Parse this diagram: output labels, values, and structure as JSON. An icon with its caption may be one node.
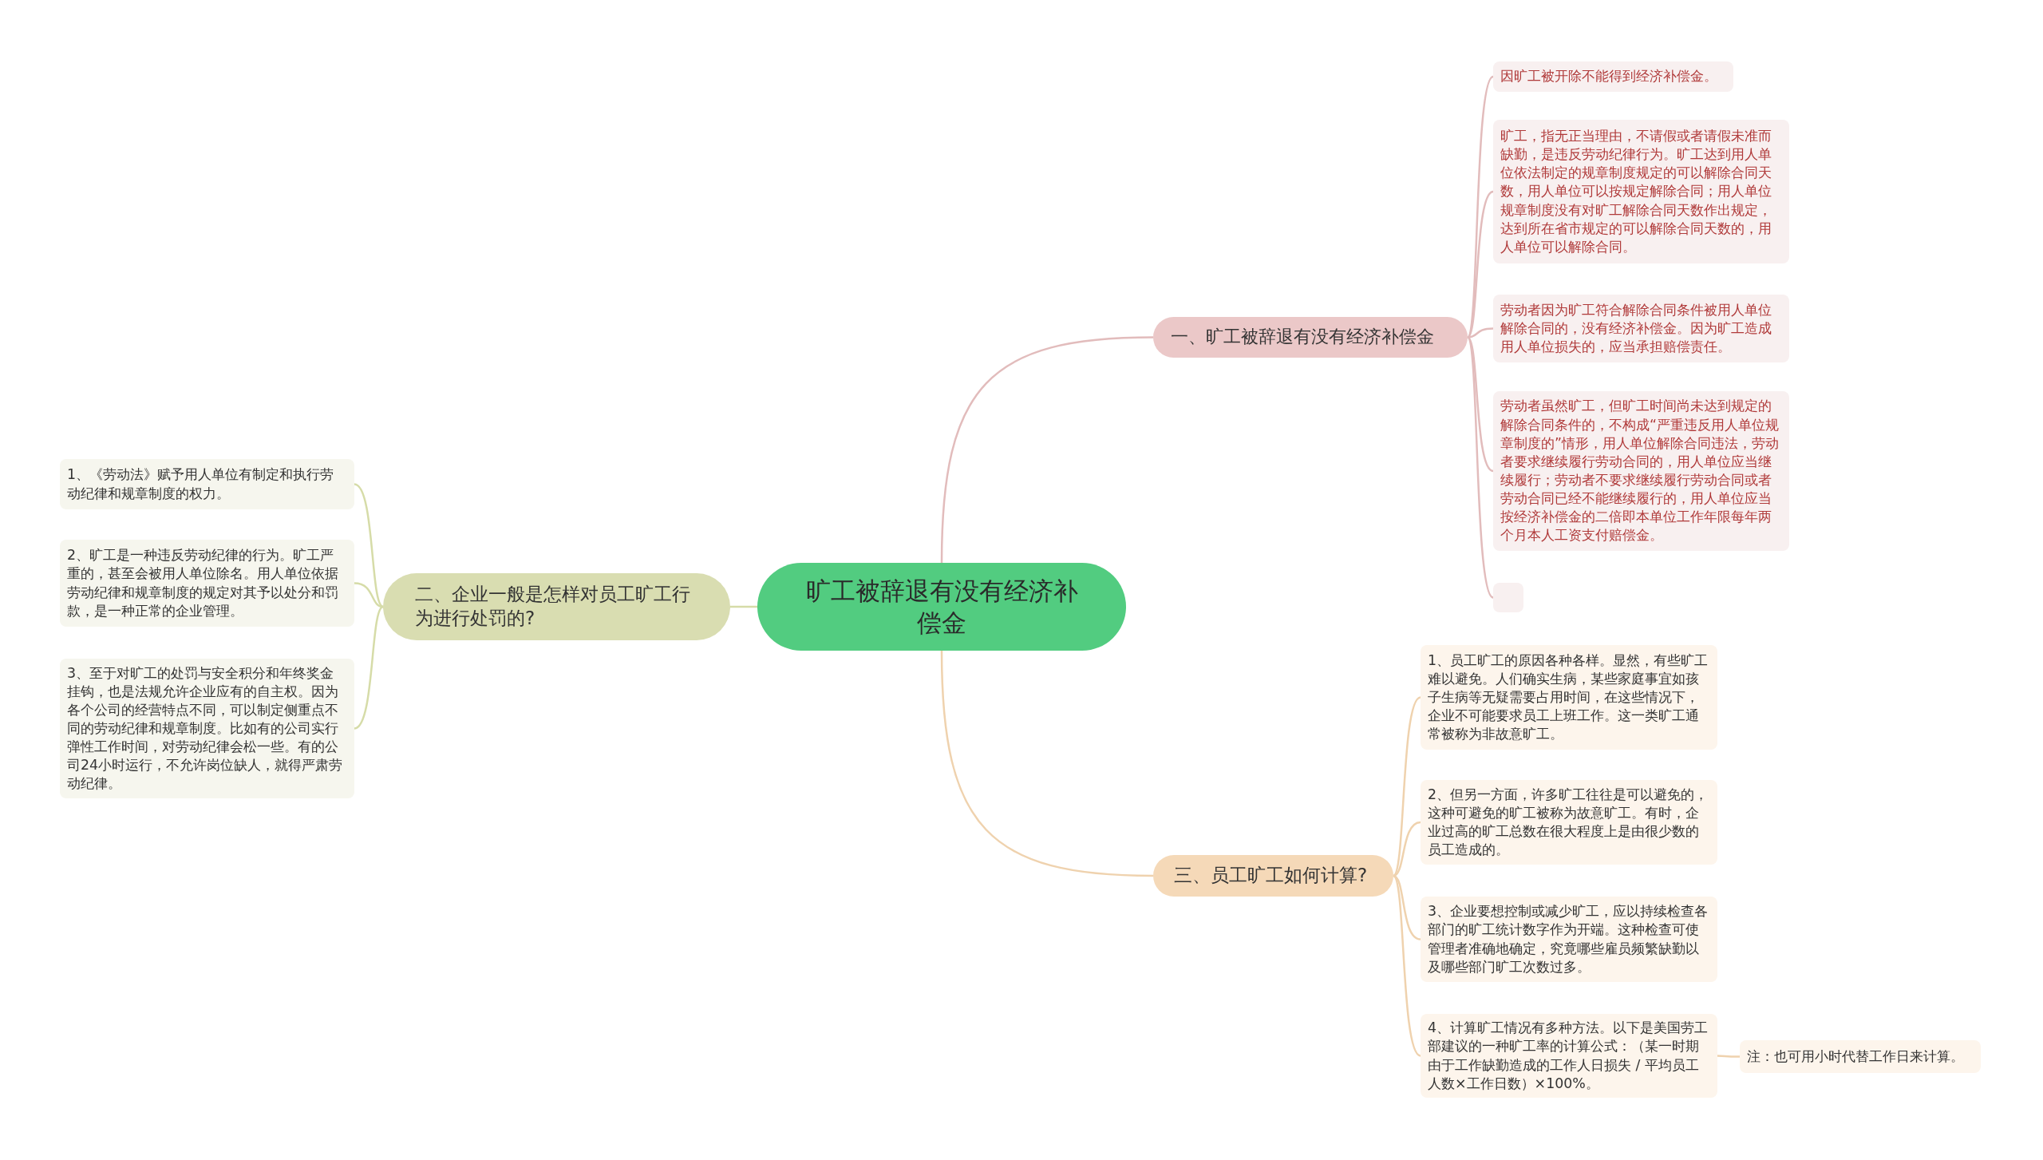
{
  "diagram": {
    "nodes": [
      {
        "text": [
          "旷工被辞退有没有经济补偿金"
        ]
      },
      {
        "text": [
          "一、旷工被辞退有没有经济补偿金"
        ]
      },
      {
        "text": [
          "因旷工被开除不能得到经济补偿金。"
        ]
      },
      {
        "text": [
          "旷工，指无正当理由，不请假或者请假未准而缺勤，是违反劳动纪律行为。旷工达到用人单位依法制定的规章制度规定的可以解除合同天数，用人单位可以按规定解除合同；用人单位规章制度没有对旷工解除合同天数作出规定，达到所在省市规定的可以解除合同天数的，用人单位可以解除合同。"
        ]
      },
      {
        "text": [
          "劳动者因为旷工符合解除合同条件被用人单位解除合同的，没有经济补偿金。因为旷工造成用人单位损失的，应当承担赔偿责任。"
        ]
      },
      {
        "text": [
          "劳动者虽然旷工，但旷工时间尚未达到规定的解除合同条件的，不构成“严重违反用人单位规章制度的”情形，用人单位解除合同违法，劳动者要求继续履行劳动合同的，用人单位应当继续履行；劳动者不要求继续履行劳动合同或者劳动合同已经不能继续履行的，用人单位应当按经济补偿金的二倍即本单位工作年限每年两个月本人工资支付赔偿金。"
        ]
      },
      {
        "text": [],
        "shape": "box"
      },
      {
        "text": [
          "二、企业一般是怎样对员工旷工行为进行处罚的?"
        ]
      },
      {
        "text": [
          "1、《劳动法》赋予用人单位有制定和执行劳动纪律和规章制度的权力。"
        ]
      },
      {
        "text": [
          "2、旷工是一种违反劳动纪律的行为。旷工严重的，甚至会被用人单位除名。用人单位依据劳动纪律和规章制度的规定对其予以处分和罚款，是一种正常的企业管理。"
        ]
      },
      {
        "text": [
          "3、至于对旷工的处罚与安全积分和年终奖金挂钩，也是法规允许企业应有的自主权。因为各个公司的经营特点不同，可以制定侧重点不同的劳动纪律和规章制度。比如有的公司实行弹性工作时间，对劳动纪律会松一些。有的公司24小时运行，不允许岗位缺人，就得严肃劳动纪律。"
        ]
      },
      {
        "text": [
          "三、员工旷工如何计算?"
        ]
      },
      {
        "text": [
          "1、员工旷工的原因各种各样。显然，有些旷工难以避免。人们确实生病，某些家庭事宜如孩子生病等无疑需要占用时间，在这些情况下，企业不可能要求员工上班工作。这一类旷工通常被称为非故意旷工。"
        ]
      },
      {
        "text": [
          "2、但另一方面，许多旷工往往是可以避免的，这种可避免的旷工被称为故意旷工。有时，企业过高的旷工总数在很大程度上是由很少数的员工造成的。"
        ]
      },
      {
        "text": [
          "3、企业要想控制或减少旷工，应以持续检查各部门的旷工统计数字作为开端。这种检查可使管理者准确地确定，究竟哪些雇员频繁缺勤以及哪些部门旷工次数过多。"
        ]
      },
      {
        "text": [
          "4、计算旷工情况有多种方法。以下是美国劳工部建议的一种旷工率的计算公式：（某一时期由于工作缺勤造成的工作人日损失 / 平均员工人数×工作日数）×100%。"
        ]
      },
      {
        "text": [
          "注：也可用小时代替工作日来计算。"
        ]
      }
    ],
    "edges": [
      {
        "from": 0,
        "to": 1,
        "arrow": "none",
        "color": "#e2bcbc"
      },
      {
        "from": 1,
        "to": 2,
        "arrow": "none",
        "color": "#e2bcbc"
      },
      {
        "from": 1,
        "to": 3,
        "arrow": "none",
        "color": "#e2bcbc"
      },
      {
        "from": 1,
        "to": 4,
        "arrow": "none",
        "color": "#e2bcbc"
      },
      {
        "from": 1,
        "to": 5,
        "arrow": "none",
        "color": "#e2bcbc"
      },
      {
        "from": 1,
        "to": 6,
        "arrow": "none",
        "color": "#e2bcbc"
      },
      {
        "from": 0,
        "to": 7,
        "arrow": "none",
        "color": "#d6dca8"
      },
      {
        "from": 7,
        "to": 8,
        "arrow": "none",
        "color": "#d6dca8"
      },
      {
        "from": 7,
        "to": 9,
        "arrow": "none",
        "color": "#d6dca8"
      },
      {
        "from": 7,
        "to": 10,
        "arrow": "none",
        "color": "#d6dca8"
      },
      {
        "from": 0,
        "to": 11,
        "arrow": "none",
        "color": "#efd2ae"
      },
      {
        "from": 11,
        "to": 12,
        "arrow": "none",
        "color": "#efd2ae"
      },
      {
        "from": 11,
        "to": 13,
        "arrow": "none",
        "color": "#efd2ae"
      },
      {
        "from": 11,
        "to": 14,
        "arrow": "none",
        "color": "#efd2ae"
      },
      {
        "from": 11,
        "to": 15,
        "arrow": "none",
        "color": "#efd2ae"
      },
      {
        "from": 15,
        "to": 16,
        "arrow": "none",
        "color": "#efd2ae"
      }
    ]
  }
}
